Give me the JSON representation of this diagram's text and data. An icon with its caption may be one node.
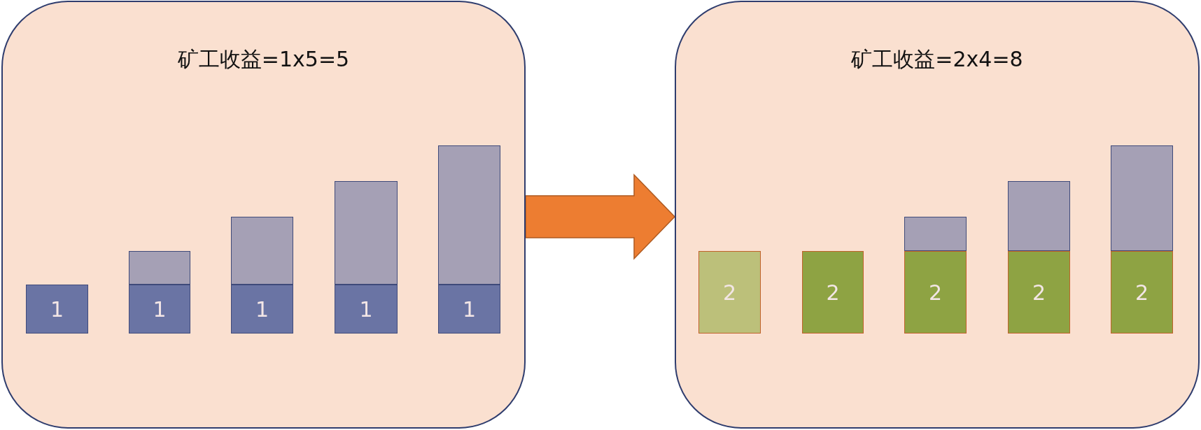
{
  "diagram": {
    "nodes": [
      {
        "text": [
          "矿工收益=1x5=5"
        ]
      },
      {
        "text": [
          "1"
        ],
        "in": 0
      },
      {
        "text": [
          "1"
        ],
        "in": 0
      },
      {
        "text": [
          "1"
        ],
        "in": 0
      },
      {
        "text": [
          "1"
        ],
        "in": 0
      },
      {
        "text": [
          "1"
        ],
        "in": 0
      },
      {
        "text": [],
        "shape": "bar",
        "in": 0
      },
      {
        "text": [],
        "shape": "bar",
        "in": 0
      },
      {
        "text": [],
        "shape": "bar",
        "in": 0
      },
      {
        "text": [],
        "shape": "bar",
        "in": 0
      },
      {
        "text": [
          "矿工收益=2x4=8"
        ]
      },
      {
        "text": [
          "2"
        ],
        "in": 10
      },
      {
        "text": [
          "2"
        ],
        "in": 10
      },
      {
        "text": [
          "2"
        ],
        "in": 10
      },
      {
        "text": [
          "2"
        ],
        "in": 10
      },
      {
        "text": [
          "2"
        ],
        "in": 10
      },
      {
        "text": [],
        "shape": "bar",
        "in": 10
      },
      {
        "text": [],
        "shape": "bar",
        "in": 10
      },
      {
        "text": [],
        "shape": "bar",
        "in": 10
      }
    ],
    "edges": [
      {
        "from": 0,
        "to": 10,
        "arrow": "to"
      }
    ]
  }
}
